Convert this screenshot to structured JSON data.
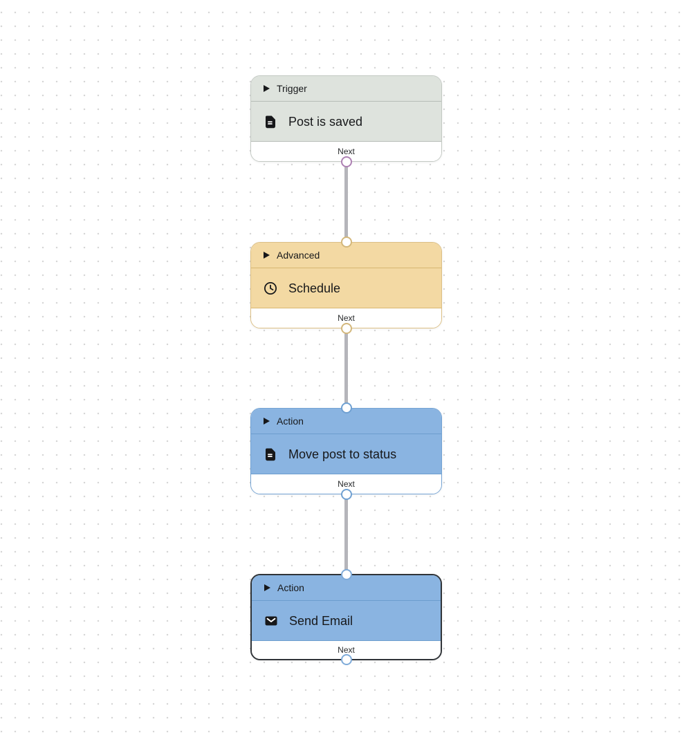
{
  "canvas": {
    "background_color": "#ffffff",
    "dot_color": "#d6d6d6",
    "edge_color": "#b5b5ba"
  },
  "nodes": [
    {
      "category": "Trigger",
      "title": "Post is saved",
      "icon": "document-icon",
      "footer_label": "Next",
      "selected": false,
      "has_input_port": false,
      "colors": {
        "fill": "#dee3dd",
        "border": "#c3c9c3",
        "divider": "#b7bdb7",
        "port": "#ad80b3"
      }
    },
    {
      "category": "Advanced",
      "title": "Schedule",
      "icon": "clock-icon",
      "footer_label": "Next",
      "selected": false,
      "has_input_port": true,
      "colors": {
        "fill": "#f3d9a3",
        "border": "#dcbf84",
        "divider": "#d7b671",
        "port": "#d3b77b"
      }
    },
    {
      "category": "Action",
      "title": "Move post to status",
      "icon": "document-icon",
      "footer_label": "Next",
      "selected": false,
      "has_input_port": true,
      "colors": {
        "fill": "#8ab4e1",
        "border": "#72a2d3",
        "divider": "#6c9dce",
        "port": "#6fa0d2"
      }
    },
    {
      "category": "Action",
      "title": "Send Email",
      "icon": "mail-icon",
      "footer_label": "Next",
      "selected": true,
      "has_input_port": true,
      "colors": {
        "fill": "#8ab4e1",
        "border": "#303438",
        "divider": "#6c9dce",
        "port": "#7fabd9"
      }
    }
  ]
}
